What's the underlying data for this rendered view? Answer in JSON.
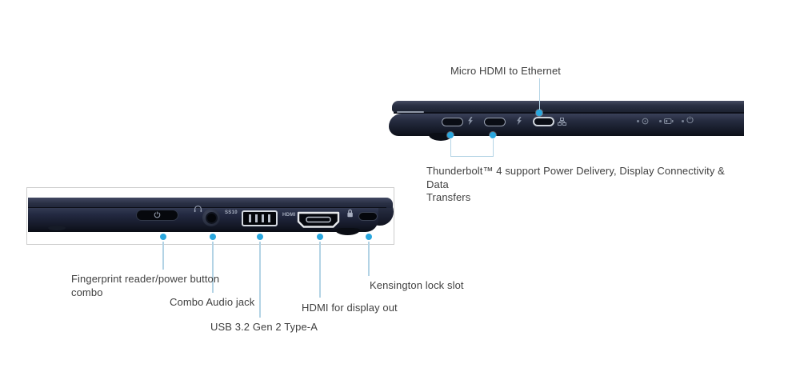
{
  "colors": {
    "background": "#ffffff",
    "laptop_body": "#1e2433",
    "accent_dot": "#2aa7de",
    "callout_line": "#b3d3e5",
    "label_text": "#3f3f3f",
    "frame_border": "#cdcdcd"
  },
  "left_side_view": {
    "callouts": {
      "micro_hdmi_ethernet": "Micro HDMI to Ethernet",
      "thunderbolt_line1": "Thunderbolt™ 4 support Power Delivery, Display Connectivity & Data",
      "thunderbolt_line2": "Transfers"
    }
  },
  "right_side_view": {
    "port_markings": {
      "usb_speed": "SS10",
      "hdmi": "HDMI"
    },
    "callouts": {
      "fingerprint_line1": "Fingerprint reader/power button",
      "fingerprint_line2": "combo",
      "combo_audio": "Combo Audio jack",
      "usb": "USB 3.2 Gen 2 Type-A",
      "hdmi_out": "HDMI for display out",
      "kensington": "Kensington lock slot"
    }
  }
}
